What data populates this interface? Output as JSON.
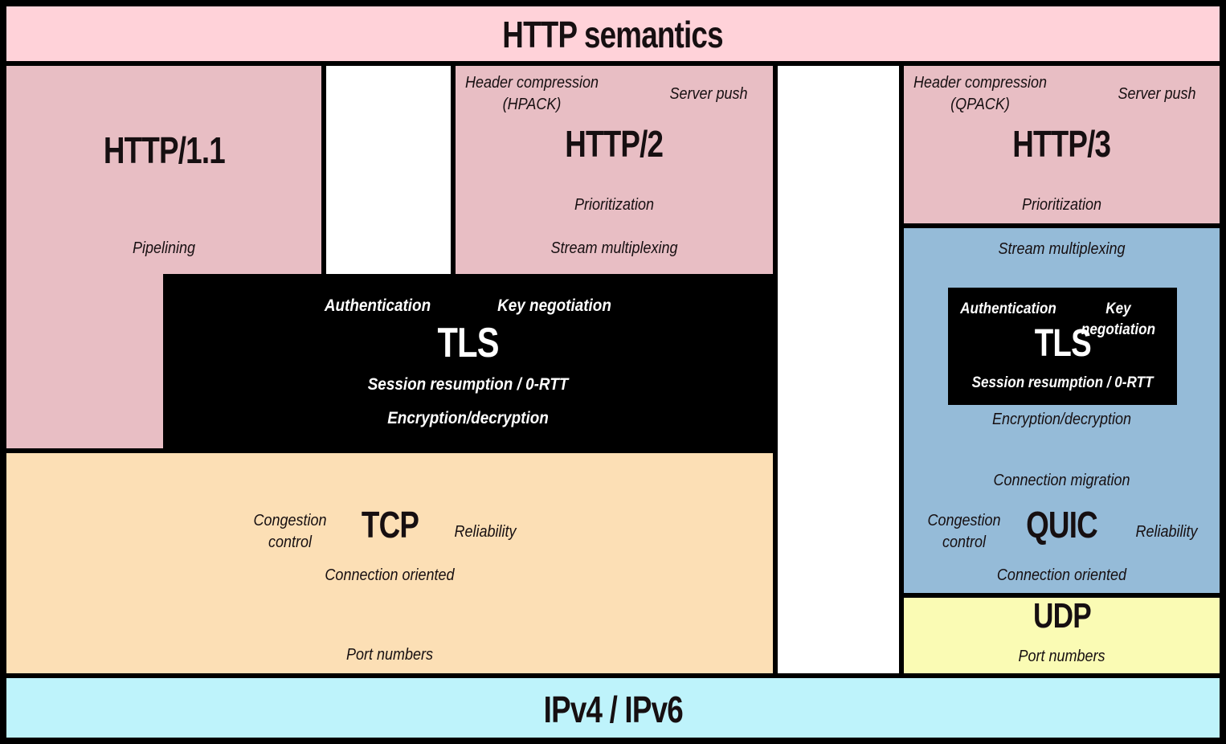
{
  "banner": {
    "title": "HTTP semantics"
  },
  "http11": {
    "title": "HTTP/1.1",
    "pipelining": "Pipelining"
  },
  "http2": {
    "title": "HTTP/2",
    "header_compression": "Header compression",
    "codec": "(HPACK)",
    "server_push": "Server push",
    "prioritization": "Prioritization",
    "stream_multiplexing": "Stream multiplexing"
  },
  "http3": {
    "title": "HTTP/3",
    "header_compression": "Header compression",
    "codec": "(QPACK)",
    "server_push": "Server push",
    "prioritization": "Prioritization"
  },
  "tls": {
    "title": "TLS",
    "authentication": "Authentication",
    "key_negotiation": "Key negotiation",
    "session_resumption": "Session resumption / 0-RTT",
    "encryption": "Encryption/decryption"
  },
  "quic": {
    "title": "QUIC",
    "stream_multiplexing": "Stream multiplexing",
    "tls": {
      "title": "TLS",
      "authentication": "Authentication",
      "key_negotiation": "Key negotiation",
      "session_resumption": "Session resumption / 0-RTT"
    },
    "encryption": "Encryption/decryption",
    "connection_migration": "Connection migration",
    "congestion_control": "Congestion control",
    "reliability": "Reliability",
    "connection_oriented": "Connection oriented"
  },
  "tcp": {
    "title": "TCP",
    "congestion_control": "Congestion control",
    "reliability": "Reliability",
    "connection_oriented": "Connection oriented",
    "port_numbers": "Port numbers"
  },
  "udp": {
    "title": "UDP",
    "port_numbers": "Port numbers"
  },
  "ip": {
    "title": "IPv4  / IPv6"
  },
  "colors": {
    "banner_pink": "#ffd2d9",
    "protocol_pink": "#e8bec4",
    "tls_black": "#000000",
    "tcp_orange": "#fcdfb5",
    "quic_blue": "#95bbd8",
    "udp_yellow": "#fafbb4",
    "ip_cyan": "#bef3fb",
    "border_black": "#000000",
    "gap_white": "#ffffff"
  }
}
